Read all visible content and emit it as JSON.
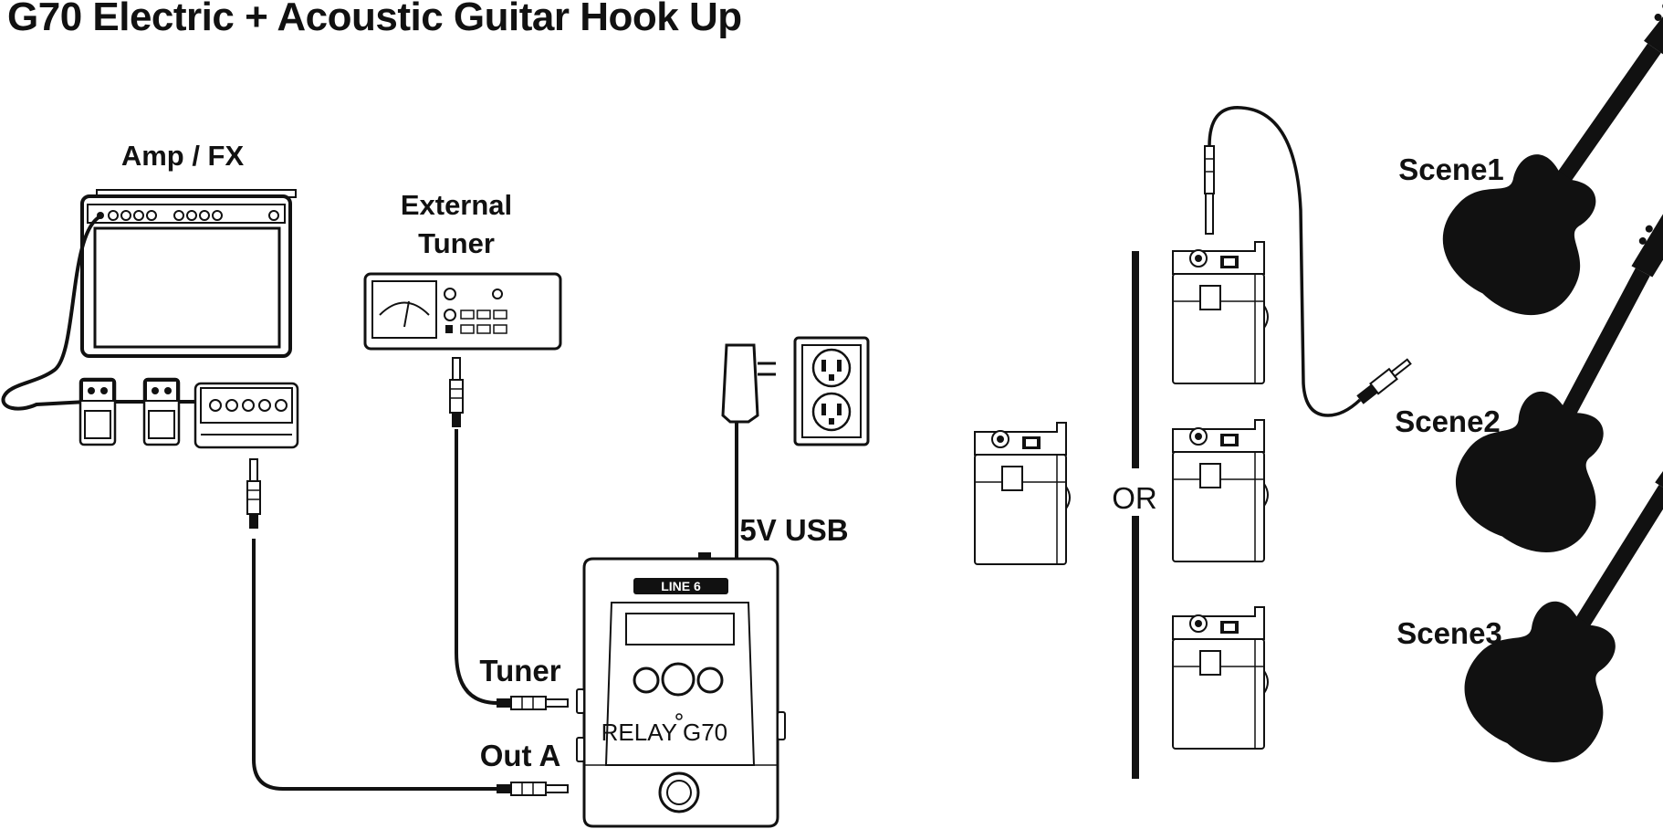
{
  "title": "G70 Electric + Acoustic Guitar Hook Up",
  "labels": {
    "amp_fx": "Amp / FX",
    "external_tuner_line1": "External",
    "external_tuner_line2": "Tuner",
    "usb": "5V USB",
    "tuner_port": "Tuner",
    "out_a_port": "Out A",
    "or": "OR",
    "relay_brand": "RELAY",
    "relay_model": "G70",
    "line6_logo": "LINE 6"
  },
  "scenes": [
    {
      "label": "Scene1"
    },
    {
      "label": "Scene2"
    },
    {
      "label": "Scene3"
    }
  ],
  "colors": {
    "ink": "#111111",
    "paper": "#ffffff"
  }
}
